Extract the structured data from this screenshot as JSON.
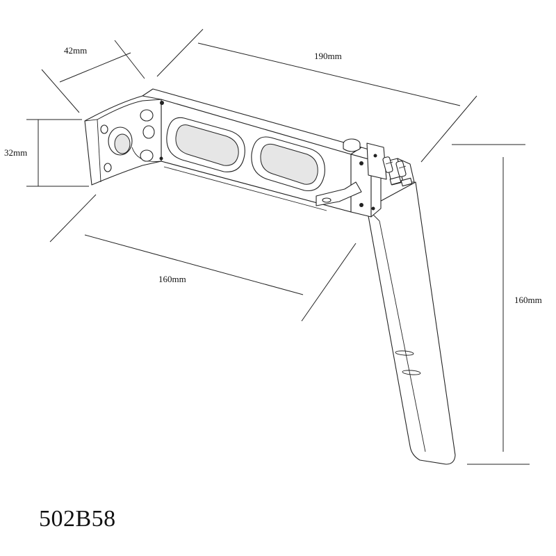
{
  "dimensions": {
    "mount_depth": "42mm",
    "bracket_length": "190mm",
    "bracket_height": "32mm",
    "bracket_base_length": "160mm",
    "rudder_length": "160mm"
  },
  "model_code": "502B58"
}
